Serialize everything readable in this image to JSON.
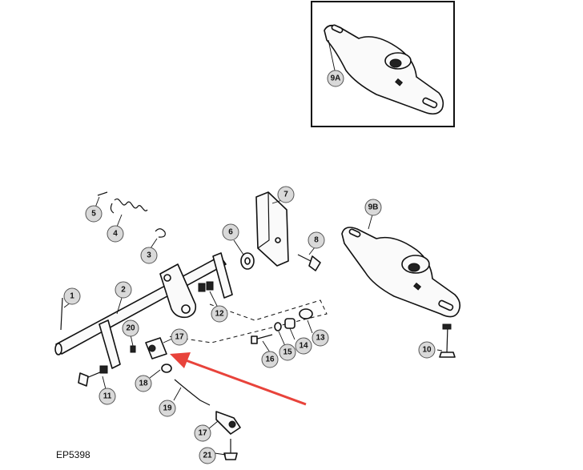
{
  "figure_code": "EP5398",
  "callouts": [
    {
      "id": "c-9a",
      "label": "9A"
    },
    {
      "id": "c-9b",
      "label": "9B"
    },
    {
      "id": "c-1",
      "label": "1"
    },
    {
      "id": "c-2",
      "label": "2"
    },
    {
      "id": "c-3",
      "label": "3"
    },
    {
      "id": "c-4",
      "label": "4"
    },
    {
      "id": "c-5",
      "label": "5"
    },
    {
      "id": "c-6",
      "label": "6"
    },
    {
      "id": "c-7",
      "label": "7"
    },
    {
      "id": "c-8",
      "label": "8"
    },
    {
      "id": "c-10",
      "label": "10"
    },
    {
      "id": "c-11",
      "label": "11"
    },
    {
      "id": "c-12",
      "label": "12"
    },
    {
      "id": "c-13",
      "label": "13"
    },
    {
      "id": "c-14",
      "label": "14"
    },
    {
      "id": "c-15",
      "label": "15"
    },
    {
      "id": "c-16",
      "label": "16"
    },
    {
      "id": "c-17a",
      "label": "17"
    },
    {
      "id": "c-17b",
      "label": "17"
    },
    {
      "id": "c-18",
      "label": "18"
    },
    {
      "id": "c-19",
      "label": "19"
    },
    {
      "id": "c-20",
      "label": "20"
    },
    {
      "id": "c-21",
      "label": "21"
    }
  ],
  "colors": {
    "arrow": "#e8433b",
    "callout_fill": "#d9d9d9",
    "ink": "#111111"
  }
}
